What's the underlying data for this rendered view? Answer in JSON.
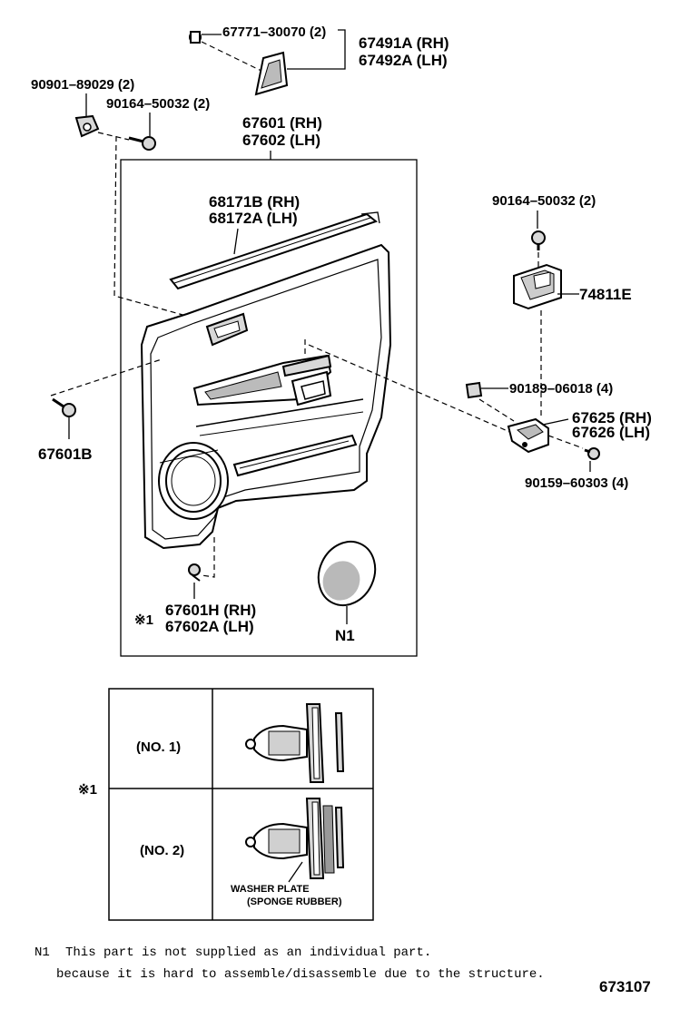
{
  "parts": {
    "p_67771": "67771–30070 (2)",
    "p_67491A": "67491A (RH)",
    "p_67492A": "67492A (LH)",
    "p_90901": "90901–89029 (2)",
    "p_90164_top": "90164–50032 (2)",
    "p_67601": "67601 (RH)",
    "p_67602": "67602 (LH)",
    "p_68171B": "68171B (RH)",
    "p_68172A": "68172A (LH)",
    "p_90164_right": "90164–50032 (2)",
    "p_74811E": "74811E",
    "p_90189": "90189–06018 (4)",
    "p_67625": "67625 (RH)",
    "p_67626": "67626 (LH)",
    "p_90159": "90159–60303 (4)",
    "p_67601B": "67601B",
    "p_67601H": "67601H (RH)",
    "p_67602A": "67602A (LH)",
    "mark_star1": "※1",
    "mark_N1": "N1"
  },
  "detail_table": {
    "star_label": "※1",
    "row1_label": "(NO. 1)",
    "row2_label": "(NO. 2)",
    "washer_line1": "WASHER PLATE",
    "washer_line2": "(SPONGE RUBBER)"
  },
  "footnote": {
    "marker": "N1",
    "line1": "This part is not supplied as an individual part.",
    "line2": "because it is hard to assemble/disassemble due to the structure."
  },
  "figure_number": "673107"
}
